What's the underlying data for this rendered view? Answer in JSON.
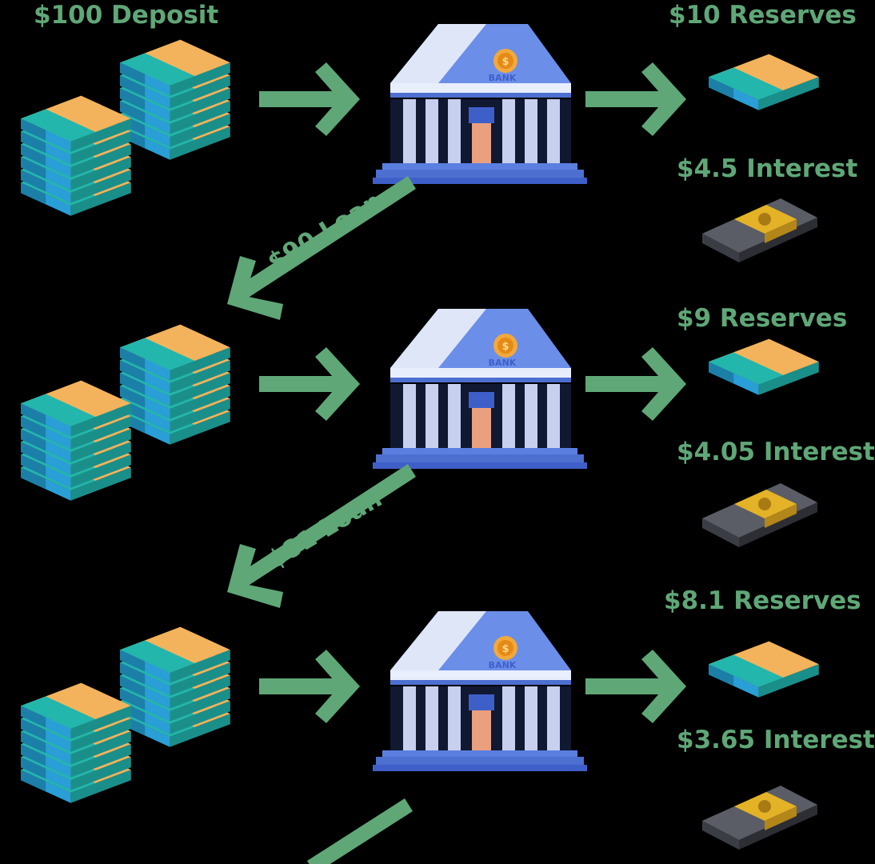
{
  "labels": {
    "deposit": "$100 Deposit",
    "reserves_1": "$10 Reserves",
    "interest_1": "$4.5 Interest",
    "loan_1": "$90 Loan",
    "reserves_2": "$9 Reserves",
    "interest_2": "$4.05 Interest",
    "loan_2": "$81 Loan",
    "reserves_3": "$8.1 Reserves",
    "interest_3": "$3.65 Interest"
  },
  "bank_sign": "BANK",
  "colors": {
    "background": "#000000",
    "accent_green": "#5fa777",
    "cash_teal": "#1aa7a0",
    "cash_band": "#f2b35c",
    "bank_blue": "#5b7fe0",
    "gold_bar": "#d9a520"
  },
  "icons": [
    "cash-stack-icon",
    "bank-icon",
    "cash-bundle-icon",
    "gold-bundle-icon",
    "arrow-icon"
  ]
}
